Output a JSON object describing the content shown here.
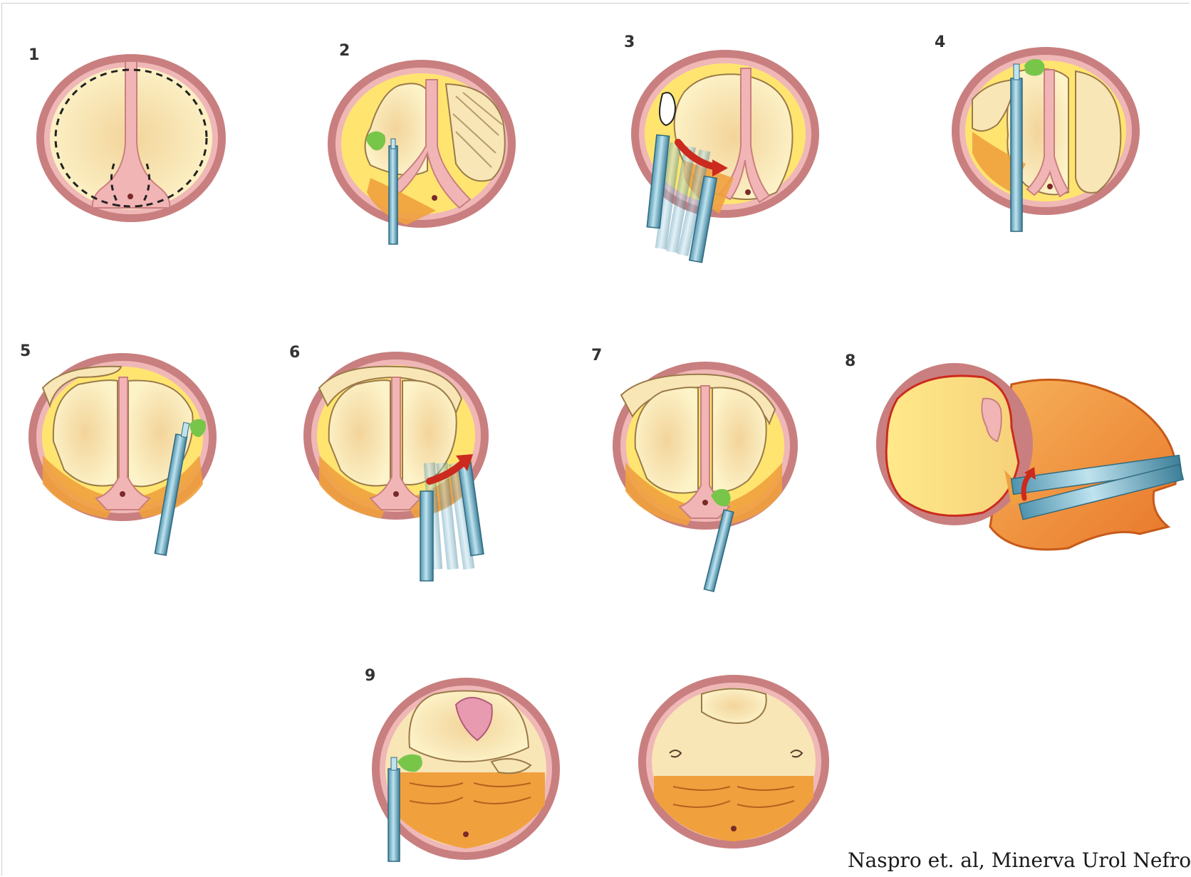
{
  "figure": {
    "step_labels": [
      "1",
      "2",
      "3",
      "4",
      "5",
      "6",
      "7",
      "8",
      "9"
    ],
    "citation": "Naspro et. al, Minerva Urol Nefrol"
  },
  "colors": {
    "capsule": "#c97f7f",
    "capsule_ring": "#f0b7b7",
    "adenoma_center": "#f6dca8",
    "adenoma_light": "#fdf3c8",
    "yellow_field": "#ffe570",
    "urethra": "#f2b5b5",
    "orange_tissue": "#f0a13e",
    "instrument": "#8fc3d6",
    "instrument_dark": "#3d7f99",
    "green_tissue": "#77c64a",
    "red_arrow": "#cc2a1e",
    "bladder_orange": "#f59a3c",
    "bladder_dark": "#e0782a"
  }
}
